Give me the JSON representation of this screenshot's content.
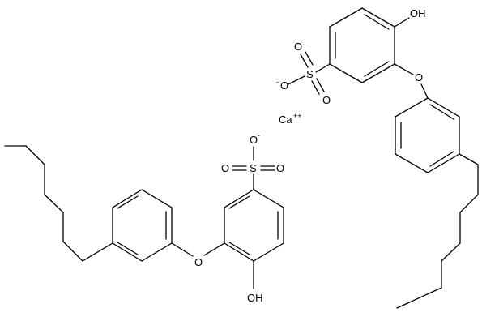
{
  "structure": {
    "description_label": "",
    "labels": {
      "oh_top": "OH",
      "o_ether_top": "O",
      "o_sulfonyl_top_upper": "O",
      "o_sulfonyl_top_lower": "O",
      "s_top": "S",
      "o_anion_top": "O",
      "ca": "Ca",
      "ca_charge": "++",
      "o_anion_bottom": "O",
      "o_sulfonyl_bottom_left": "O",
      "s_bottom": "S",
      "o_sulfonyl_bottom_right": "O",
      "o_ether_bottom": "O",
      "oh_bottom": "OH",
      "minus": "-"
    }
  }
}
